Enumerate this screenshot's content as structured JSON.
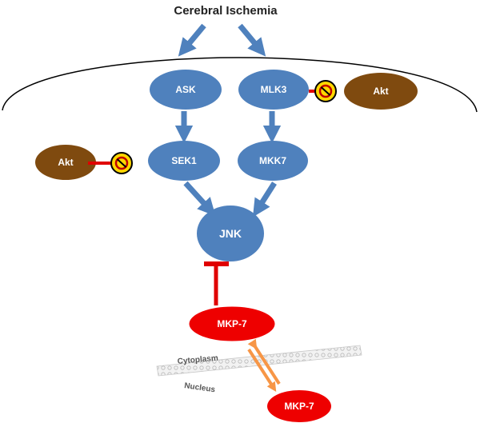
{
  "title": "Cerebral Ischemia",
  "nodes": {
    "ask": "ASK",
    "mlk3": "MLK3",
    "sek1": "SEK1",
    "mkk7": "MKK7",
    "jnk": "JNK",
    "akt_left": "Akt",
    "akt_right": "Akt",
    "mkp7_cyto": "MKP-7",
    "mkp7_nuc": "MKP-7"
  },
  "membrane": {
    "cytoplasm": "Cytoplasm",
    "nucleus": "Nucleus"
  },
  "colors": {
    "blue_node": "#4f81bd",
    "blue_arrow": "#4f81bd",
    "akt": "#7f4a0f",
    "mkp7": "#ee0000",
    "inhibit": "#e00000",
    "orange_arrow": "#f79646",
    "no_symbol": "#ffd700"
  }
}
